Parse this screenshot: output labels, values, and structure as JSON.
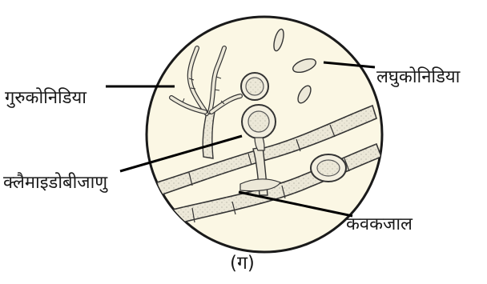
{
  "labels": {
    "macroconidia": "गुरुकोनिडिया",
    "microconidia": "लघुकोनिडिया",
    "chlamydospore": "क्लैमाइडोबीजाणु",
    "mycelium": "कवकजाल"
  },
  "caption": "(ग)",
  "colors": {
    "field": "#fbf7e4",
    "outline": "#1a1a1a",
    "hypha_fill": "#ece8d8",
    "stipple": "#8a8a80"
  }
}
